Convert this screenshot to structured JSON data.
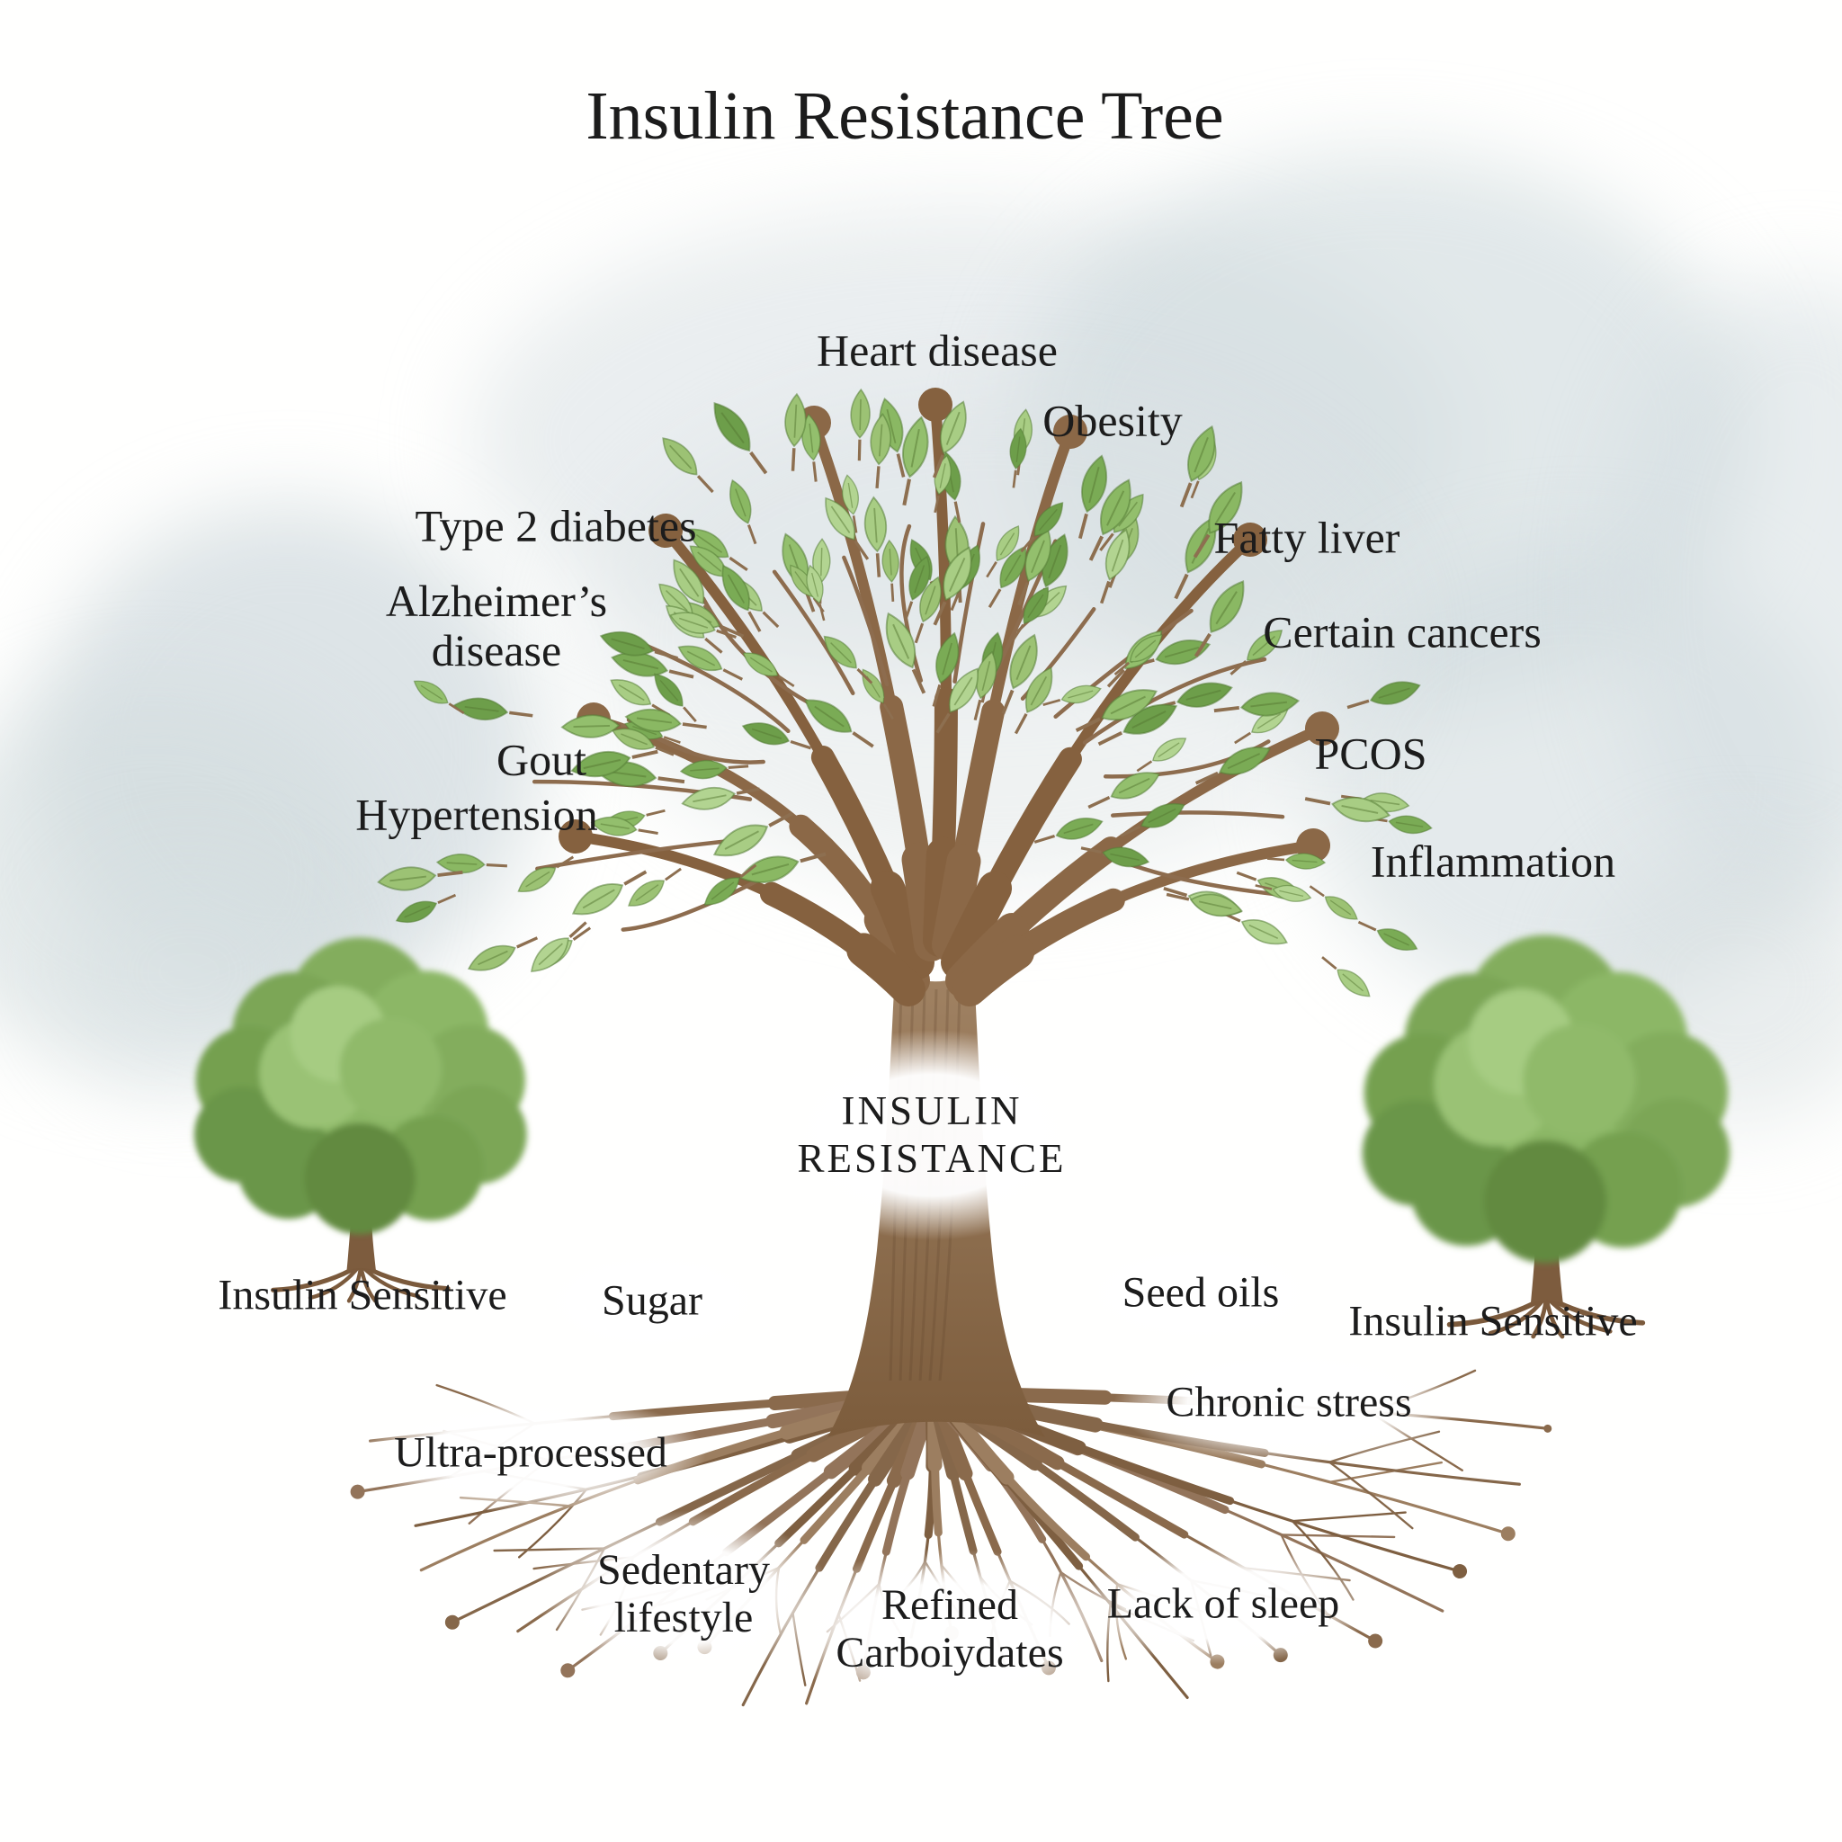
{
  "tree": {
    "title": "Insulin Resistance Tree",
    "trunk_label": "INSULIN RESISTANCE",
    "trunk_label_lines": [
      "INSULIN",
      "RESISTANCE"
    ],
    "branches": [
      "Heart disease",
      "Obesity",
      "Type 2 diabetes",
      "Alzheimer’s disease",
      "Fatty liver",
      "Certain cancers",
      "Gout",
      "Hypertension",
      "PCOS",
      "Inflammation"
    ],
    "roots": [
      "Sugar",
      "Seed oils",
      "Ultra-processed",
      "Chronic stress",
      "Sedentary lifestyle",
      "Refined Carboiydates",
      "Lack of sleep"
    ],
    "side_trees": [
      {
        "label": "Insulin Sensitive",
        "position": "left"
      },
      {
        "label": "Insulin Sensitive",
        "position": "right"
      }
    ]
  },
  "palette": {
    "background": "#ffffff",
    "watercolor_wash": "#d9e0e3",
    "leaf_greens": [
      "#9cc274",
      "#8ab863",
      "#7aab55",
      "#a8cd84",
      "#6d9e4a",
      "#b2d491",
      "#93bf6d"
    ],
    "branch_brown": "#8b6847",
    "branch_brown_alt": "#85613f",
    "twig_brown": "#8d6c4e",
    "trunk_brown_light": "#a08263",
    "trunk_brown_dark": "#7c5c3c",
    "root_browns": [
      "#8a6a4c",
      "#93745a",
      "#7e5f41",
      "#9c7e60",
      "#85674a"
    ],
    "text_color": "#1c1c1c"
  }
}
